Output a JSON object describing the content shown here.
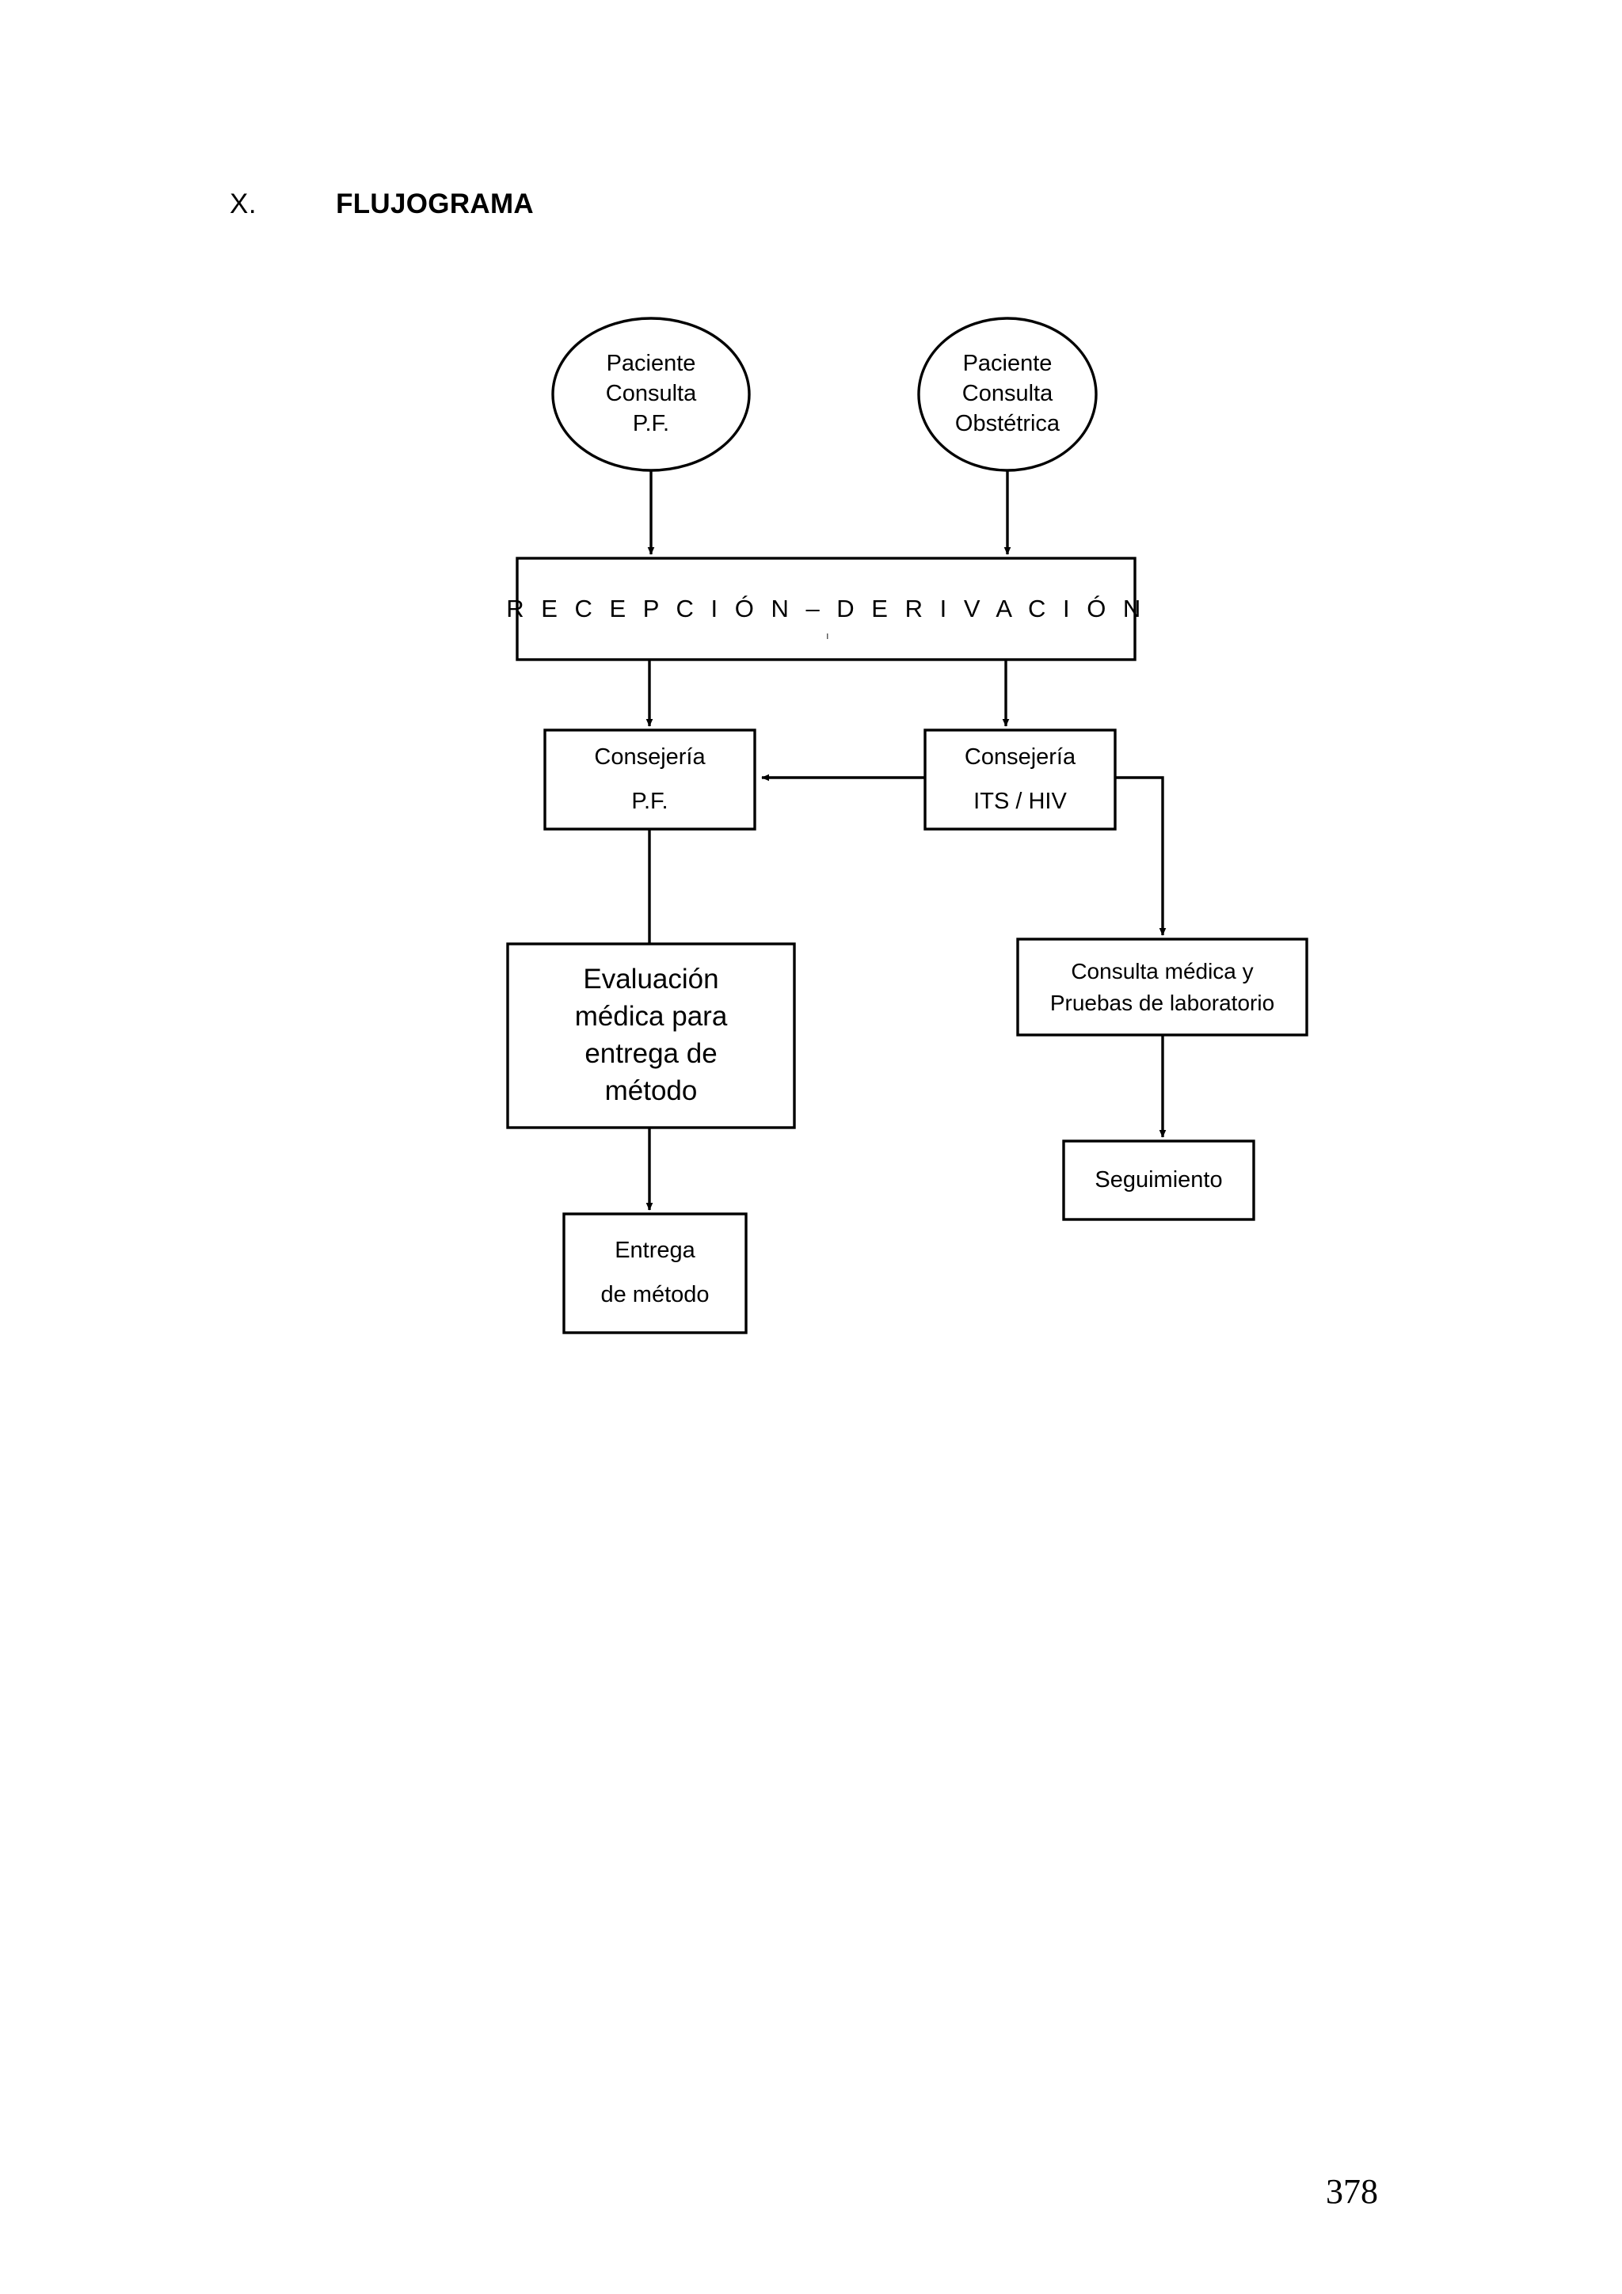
{
  "heading": {
    "numeral": "X.",
    "title": "FLUJOGRAMA"
  },
  "diagram": {
    "type": "flowchart",
    "orientation": "top-down",
    "nodes": [
      {
        "id": "paciente-pf",
        "shape": "ellipse",
        "lines": [
          "Paciente",
          "Consulta",
          "P.F."
        ]
      },
      {
        "id": "paciente-obstetrica",
        "shape": "ellipse",
        "lines": [
          "Paciente",
          "Consulta",
          "Obstétrica"
        ]
      },
      {
        "id": "recepcion-derivacion",
        "shape": "rect",
        "lines": [
          "R E C E P C I Ó N  –  D E R I V A C I Ó N"
        ]
      },
      {
        "id": "consejeria-pf",
        "shape": "rect",
        "lines": [
          "Consejería",
          "P.F."
        ]
      },
      {
        "id": "consejeria-its-hiv",
        "shape": "rect",
        "lines": [
          "Consejería",
          "ITS / HIV"
        ]
      },
      {
        "id": "evaluacion-medica",
        "shape": "rect",
        "lines": [
          "Evaluación",
          "médica para",
          "entrega de",
          "método"
        ]
      },
      {
        "id": "consulta-laboratorio",
        "shape": "rect",
        "lines": [
          "Consulta médica y",
          "Pruebas de laboratorio"
        ]
      },
      {
        "id": "entrega-metodo",
        "shape": "rect",
        "lines": [
          "Entrega",
          "de método"
        ]
      },
      {
        "id": "seguimiento",
        "shape": "rect",
        "lines": [
          "Seguimiento"
        ]
      }
    ],
    "edges": [
      {
        "from": "paciente-pf",
        "to": "recepcion-derivacion",
        "arrow": true
      },
      {
        "from": "paciente-obstetrica",
        "to": "recepcion-derivacion",
        "arrow": true
      },
      {
        "from": "recepcion-derivacion",
        "to": "consejeria-pf",
        "arrow": true
      },
      {
        "from": "recepcion-derivacion",
        "to": "consejeria-its-hiv",
        "arrow": true
      },
      {
        "from": "consejeria-its-hiv",
        "to": "consejeria-pf",
        "arrow": true,
        "direction": "left"
      },
      {
        "from": "consejeria-its-hiv",
        "to": "consulta-laboratorio",
        "arrow": true,
        "routing": "right-then-down"
      },
      {
        "from": "consejeria-pf",
        "to": "evaluacion-medica",
        "arrow": false
      },
      {
        "from": "evaluacion-medica",
        "to": "entrega-metodo",
        "arrow": true
      },
      {
        "from": "consulta-laboratorio",
        "to": "seguimiento",
        "arrow": true
      }
    ],
    "stray_mark": "ı"
  },
  "footer": {
    "page_number": "378"
  }
}
